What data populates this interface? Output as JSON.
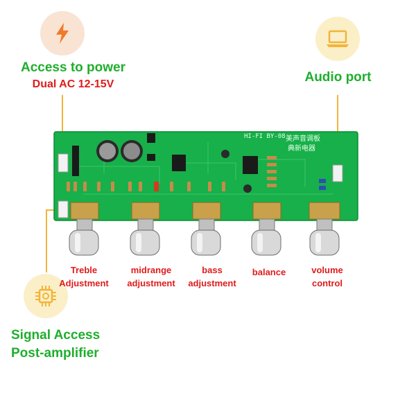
{
  "power": {
    "title": "Access to power",
    "subtitle": "Dual AC 12-15V",
    "icon": "lightning-bolt-icon",
    "icon_bg": "#f9e3d3",
    "icon_color": "#f07a2a"
  },
  "audio": {
    "title": "Audio port",
    "icon": "laptop-icon",
    "icon_bg": "#fbefc8",
    "icon_color": "#f2b43a"
  },
  "signal": {
    "title_line1": "Signal Access",
    "title_line2": "Post-amplifier",
    "icon": "chip-icon",
    "icon_bg": "#fbefc8",
    "icon_color": "#f2b43a"
  },
  "board": {
    "silkscreen_model": "HI-FI BY-08",
    "silkscreen_cn_1": "美声音调板",
    "silkscreen_cn_2": "典新电器"
  },
  "knobs": [
    {
      "line1": "Treble",
      "line2": "Adjustment"
    },
    {
      "line1": "midrange",
      "line2": "adjustment"
    },
    {
      "line1": "bass",
      "line2": "adjustment"
    },
    {
      "line1": "balance",
      "line2": ""
    },
    {
      "line1": "volume",
      "line2": "control"
    }
  ],
  "colors": {
    "green_text": "#1fae2d",
    "red_text": "#e01b1b",
    "leader_line": "#f2b43a",
    "pcb": "#17b04a"
  }
}
